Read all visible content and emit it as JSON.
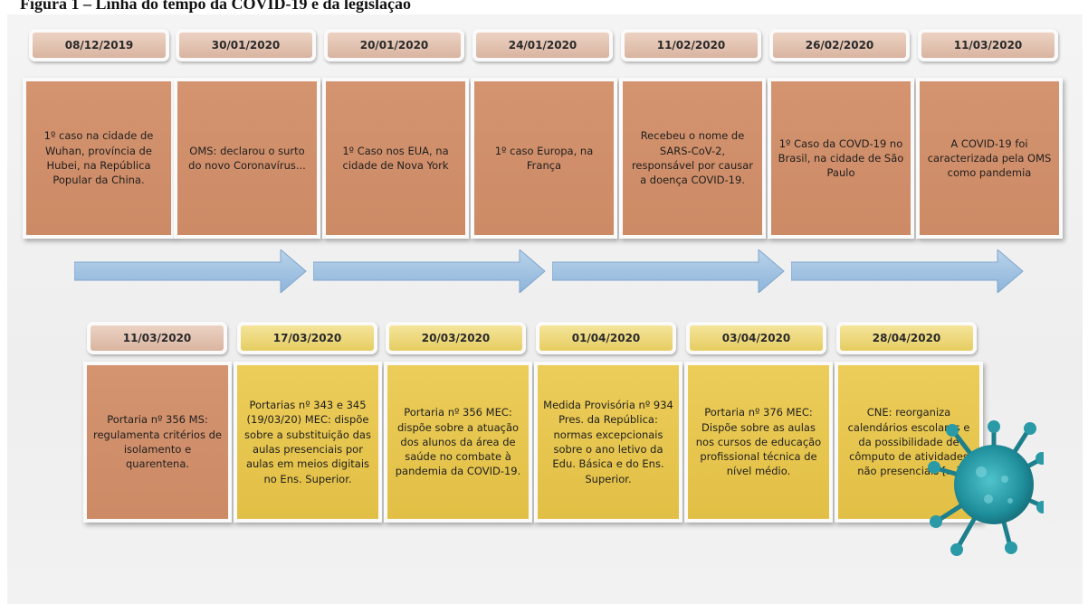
{
  "caption": "Figura 1 – Linha do tempo da COVID-19 e da legislação",
  "colors": {
    "orange_box": "#d08f6b",
    "yellow_box": "#e8c650",
    "arrow": "#9cc0e0",
    "virus": "#2a9aa6"
  },
  "top_row": [
    {
      "date": "08/12/2019",
      "text": "1º caso na cidade de Wuhan, província de Hubei, na República Popular da China."
    },
    {
      "date": "30/01/2020",
      "text": "OMS: declarou o surto do novo Coronavírus..."
    },
    {
      "date": "20/01/2020",
      "text": "1º Caso nos EUA, na cidade de Nova York"
    },
    {
      "date": "24/01/2020",
      "text": "1º caso Europa, na França"
    },
    {
      "date": "11/02/2020",
      "text": "Recebeu o nome de SARS-CoV-2, responsável por causar a doença COVID-19."
    },
    {
      "date": "26/02/2020",
      "text": "1º Caso da COVD-19 no Brasil, na cidade de São Paulo"
    },
    {
      "date": "11/03/2020",
      "text": "A COVID-19 foi caracterizada pela OMS como pandemia"
    }
  ],
  "bottom_row": [
    {
      "date": "11/03/2020",
      "text": "Portaria nº 356 MS: regulamenta critérios de isolamento e quarentena.",
      "color": "orange"
    },
    {
      "date": "17/03/2020",
      "text": "Portarias nº 343 e 345 (19/03/20) MEC: dispõe sobre a substituição das aulas presenciais por aulas em meios digitais no Ens. Superior.",
      "color": "yellow"
    },
    {
      "date": "20/03/2020",
      "text": "Portaria nº 356 MEC: dispõe sobre a atuação dos alunos da área de saúde no combate à pandemia da COVID-19.",
      "color": "yellow"
    },
    {
      "date": "01/04/2020",
      "text": "Medida Provisória nº 934 Pres. da República: normas excepcionais sobre o ano letivo da Edu. Básica e do Ens. Superior.",
      "color": "yellow"
    },
    {
      "date": "03/04/2020",
      "text": "Portaria nº 376 MEC: Dispõe sobre as aulas nos cursos de educação profissional técnica de nível médio.",
      "color": "yellow"
    },
    {
      "date": "28/04/2020",
      "text": "CNE: reorganiza calendários escolares e da possibilidade de cômputo de atividades não presenciais [...]",
      "color": "yellow"
    }
  ]
}
